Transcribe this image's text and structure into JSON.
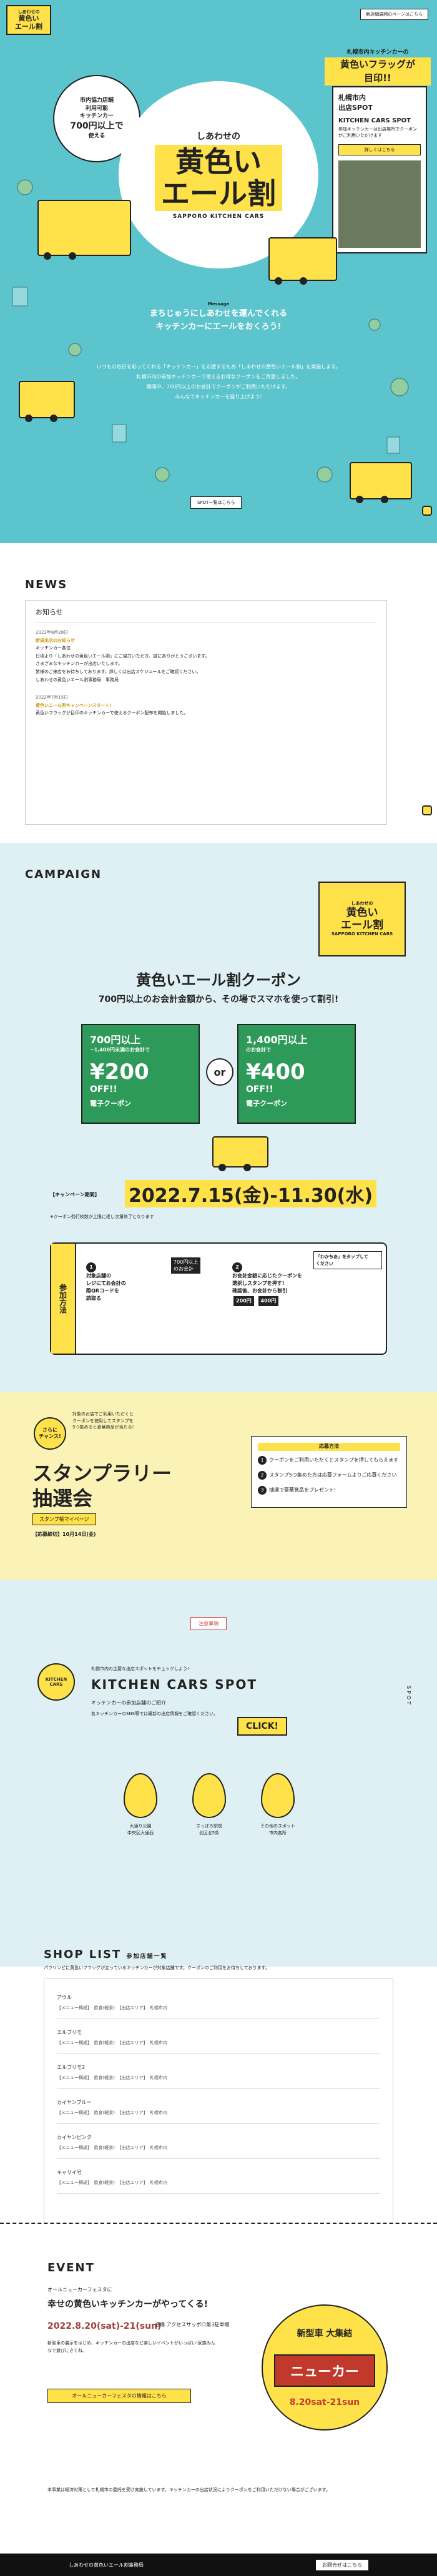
{
  "hero": {
    "logo_line1": "しあわせの",
    "logo_line2": "黄色い",
    "logo_line3": "エール割",
    "header_button": "新店舗展開のページはこちら",
    "bubble_line1": "市内協力店舗",
    "bubble_line2": "利用可能",
    "bubble_line3": "キッチンカー",
    "bubble_line4": "700円以上で",
    "bubble_line5": "使える",
    "title_small": "しあわせの",
    "title_big": "黄色い\nエール割",
    "subtitle": "SAPPORO KITCHEN CARS",
    "right_head1": "札幌市内キッチンカーの",
    "right_head2": "黄色いフラッグが",
    "right_head3": "目印!!",
    "spot_card_t1": "札幌市内\n出店SPOT",
    "spot_card_t2": "KITCHEN CARS SPOT",
    "spot_card_t3": "参加キッチンカーは出店場所でクーポンがご利用いただけます",
    "spot_card_btn": "詳しくはこちら",
    "message_label": "Message",
    "message_line1": "まちじゅうにしあわせを運んでくれる",
    "message_line2": "キッチンカーにエールをおくろう!",
    "body1": "いつもの毎日を彩ってくれる「キッチンカー」を応援するため「しあわせの黄色いエール割」を実施します。",
    "body2": "札幌市内の参加キッチンカーで使えるお得なクーポンをご用意しました。",
    "body3": "期間中、700円以上のお会計でクーポンがご利用いただけます。",
    "body4": "みんなでキッチンカーを盛り上げよう!",
    "link": "SPOT一覧はこちら"
  },
  "news": {
    "title": "NEWS",
    "box_title": "お知らせ",
    "items": [
      {
        "date": "2022年8月28日",
        "head": "新規出店のお知らせ",
        "lines": [
          "キッチンカー各位",
          "日頃より「しあわせの黄色いエール割」にご協力いただき、誠にありがとうございます。",
          "さまざまなキッチンカーが出店いたします。",
          "皆様のご来店をお待ちしております。詳しくは出店スケジュールをご確認ください。",
          "しあわせの黄色いエール割事務局　事務局"
        ]
      },
      {
        "date": "2022年7月15日",
        "head": "黄色いエール割キャンペーンスタート!",
        "lines": [
          "黄色いフラッグが目印のキッチンカーで使えるクーポン配布を開始しました。"
        ]
      }
    ]
  },
  "campaign": {
    "title": "CAMPAIGN",
    "logo1": "しあわせの",
    "logo2": "黄色い\nエール割",
    "logo3": "SAPPORO KITCHEN CARS",
    "heading": "黄色いエール割クーポン",
    "subheading": "700円以上のお会計金額から、その場でスマホを使って割引!",
    "coupon1_line1": "700円以上",
    "coupon1_line2": "~1,400円未満のお会計で",
    "coupon1_value": "¥200",
    "coupon1_off": "OFF!!",
    "coupon1_type": "電子クーポン",
    "or": "or",
    "coupon2_line1": "1,400円以上",
    "coupon2_line2": "のお会計で",
    "coupon2_value": "¥400",
    "coupon2_off": "OFF!!",
    "coupon2_type": "電子クーポン",
    "period_label": "【キャンペーン期間】",
    "period": "2022.7.15(金)-11.30(水)",
    "period_note": "※クーポン発行枚数が上限に達し次第終了となります",
    "howto_label": "参加方法",
    "step1": "対象店舗の\nレジにてお会計の\n際QRコードを\n読取る",
    "step1_tag": "700円以上\nのお会計",
    "step2": "お会計金額に応じたクーポンを\n選択しスタンプを押す!\n確認後、お会計から割引",
    "step2_tag1": "200円",
    "step2_tag2": "400円",
    "step3": "「わかちあ」をタップして\nください"
  },
  "stamp": {
    "bubble": "さらに\nチャンス!",
    "callout1": "対象のお店でご利用いただくと",
    "callout2": "クーポンを使用してスタンプを",
    "callout3": "5つ集めると豪華商品が当たる!",
    "title": "スタンプラリー\n抽選会",
    "button": "スタンプ帳マイページ",
    "note": "【応募締切】10月14日(金)",
    "prize_head": "応募方法",
    "prize1": "クーポンをご利用いただくとスタンプを押してもらえます",
    "prize2": "スタンプ5つ集めた方は応募フォームよりご応募ください",
    "prize3": "抽選で豪華賞品をプレゼント!"
  },
  "notice_button": "注意事項",
  "spot": {
    "circle": "KITCHEN\nCARS",
    "pre": "札幌市内の主要な出店スポットをチェックしよう!",
    "title": "KITCHEN CARS SPOT",
    "sub": "キッチンカーの参加店舗のご紹介",
    "small1": "各キッチンカーのSNS等では最新の出店情報をご確認ください。",
    "click": "CLICK!",
    "side": "SPOT",
    "pins": [
      {
        "label": "大通り公園",
        "sub": "中央区大通西"
      },
      {
        "label": "さっぽろ駅前",
        "sub": "北区北5条"
      },
      {
        "label": "その他のスポット",
        "sub": "市内各所"
      }
    ]
  },
  "shop": {
    "title": "SHOP LIST",
    "title_sub": "参加店舗一覧",
    "sub": "パラリンピに黄色いフラッグが立っているキッチンカーが対象店舗です。クーポンのご利用をお待ちしております。",
    "items": [
      {
        "name": "アウル",
        "meta": "【メニュー構成】　飲食(軽食)　【出店エリア】　札幌市内"
      },
      {
        "name": "エルブリモ",
        "meta": "【メニュー構成】　飲食(軽食)　【出店エリア】　札幌市内"
      },
      {
        "name": "エルブリモ2",
        "meta": "【メニュー構成】　飲食(軽食)　【出店エリア】　札幌市内"
      },
      {
        "name": "カイヤンブルー",
        "meta": "【メニュー構成】　飲食(軽食)　【出店エリア】　札幌市内"
      },
      {
        "name": "カイヤンピンク",
        "meta": "【メニュー構成】　飲食(軽食)　【出店エリア】　札幌市内"
      },
      {
        "name": "キャリイ号",
        "meta": "【メニュー構成】　飲食(軽食)　【出店エリア】　札幌市内"
      }
    ]
  },
  "event": {
    "title": "EVENT",
    "l1": "オールニューカーフェスタに",
    "l2": "幸せの黄色いキッチンカーがやってくる!",
    "date": "2022.8.20(sat)-21(sun)",
    "place": "会場 アクセスサッポロ第3駐車場",
    "body": "新型車の展示をはじめ、キッチンカーの出店など楽しいイベントがいっぱい!家族みんなで遊びにきてね。",
    "cta": "オールニューカーフェスタの情報はこちら",
    "visual_head": "新型車 大集結",
    "visual_main": "ニューカー",
    "visual_date": "8.20sat-21sun",
    "footer_info": "本事業は経済対策として札幌市の委託を受け実施しています。キッチンカーの出店状況によりクーポンをご利用いただけない場合がございます。"
  },
  "footer": {
    "text": "しあわせの黄色いエール割事務局",
    "button": "お問合せはこちら"
  },
  "colors": {
    "accent": "#ffe14a",
    "teal": "#5cc4cc",
    "green": "#2e9a5a",
    "light": "#dff0f4"
  }
}
